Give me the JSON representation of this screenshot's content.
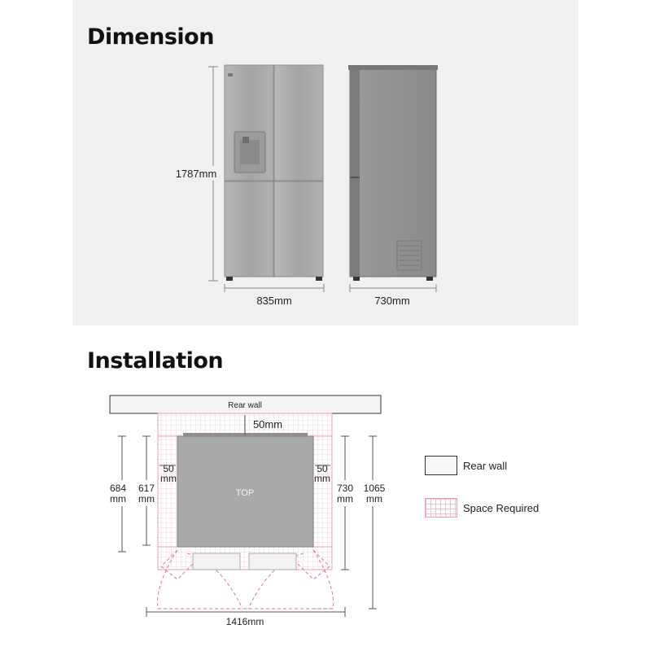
{
  "dimension": {
    "title": "Dimension",
    "height_label": "1787mm",
    "width_label": "835mm",
    "depth_label": "730mm"
  },
  "installation": {
    "title": "Installation",
    "rear_wall_label": "Rear wall",
    "top_gap_label": "50mm",
    "top_label": "TOP",
    "left_gap_value": "50",
    "left_gap_unit": "mm",
    "right_gap_value": "50",
    "right_gap_unit": "mm",
    "dim_684_value": "684",
    "dim_684_unit": "mm",
    "dim_617_value": "617",
    "dim_617_unit": "mm",
    "dim_730_value": "730",
    "dim_730_unit": "mm",
    "dim_1065_value": "1065",
    "dim_1065_unit": "mm",
    "open_width_label": "1416mm"
  },
  "legend": {
    "rear_wall": "Rear wall",
    "space_required": "Space Required"
  },
  "colors": {
    "panel_bg": "#f0f0f0",
    "fridge_steel": "#a9a9a9",
    "fridge_dark": "#8e8e8e",
    "space_required": "#e7a0ab"
  }
}
